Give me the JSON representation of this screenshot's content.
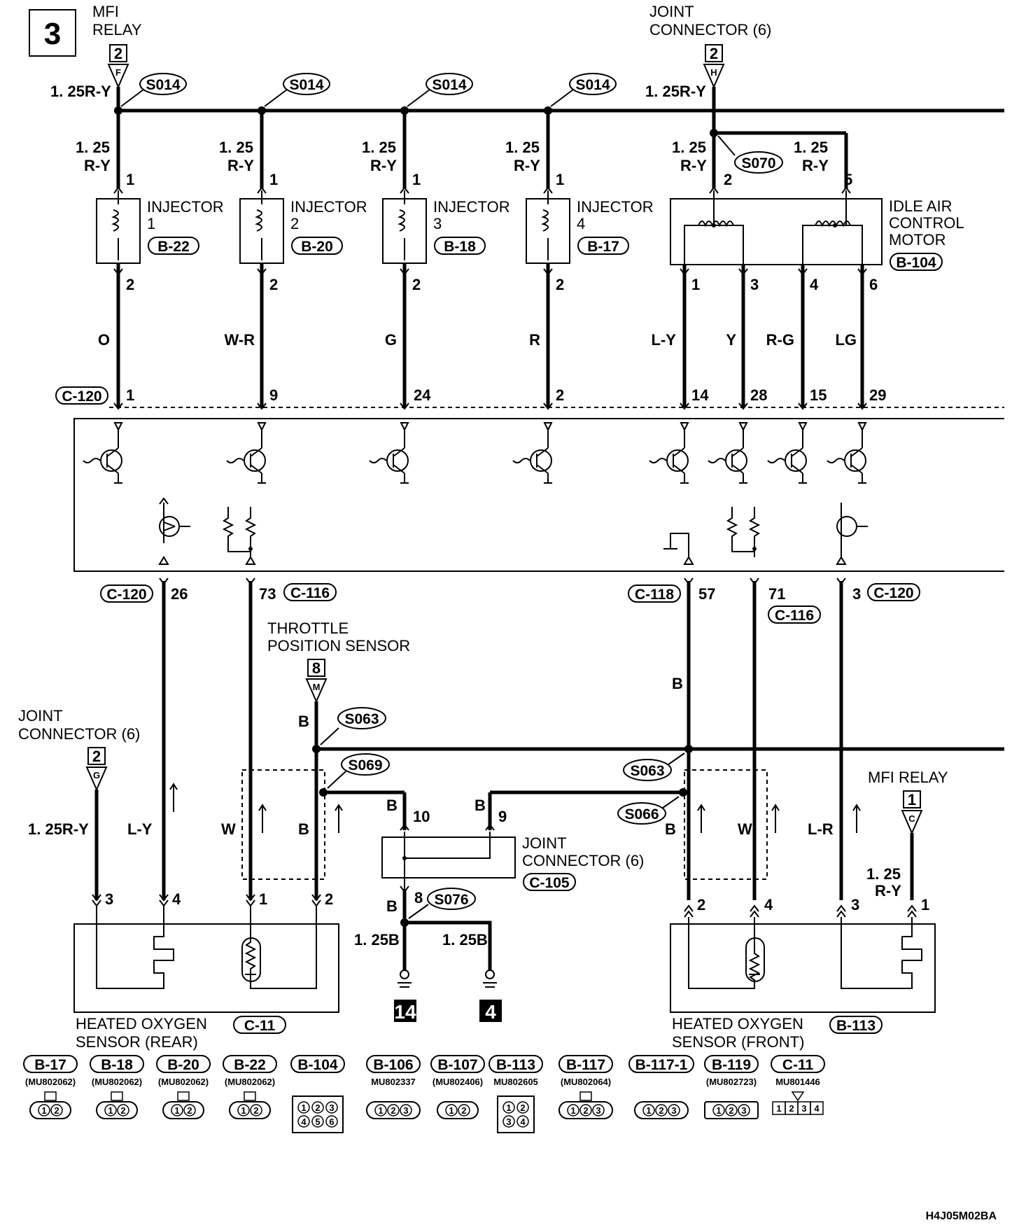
{
  "page": {
    "number": "3",
    "code": "H4J05M02BA"
  },
  "top": {
    "mfi_relay": {
      "title_line1": "MFI",
      "title_line2": "RELAY",
      "num": "2",
      "pin": "F",
      "wire": "1. 25R-Y"
    },
    "joint_connector": {
      "title_line1": "JOINT",
      "title_line2": "CONNECTOR (6)",
      "num": "2",
      "pin": "H",
      "wire": "1. 25R-Y"
    },
    "splices": [
      "S014",
      "S014",
      "S014",
      "S014"
    ],
    "splice_iac": "S070"
  },
  "injectors": [
    {
      "label": "INJECTOR",
      "num": "1",
      "conn": "B-22",
      "wire_top_1": "1. 25",
      "wire_top_2": "R-Y",
      "pin_top": "1",
      "pin_bot": "2",
      "color": "O",
      "ecu_pin": "1"
    },
    {
      "label": "INJECTOR",
      "num": "2",
      "conn": "B-20",
      "wire_top_1": "1. 25",
      "wire_top_2": "R-Y",
      "pin_top": "1",
      "pin_bot": "2",
      "color": "W-R",
      "ecu_pin": "9"
    },
    {
      "label": "INJECTOR",
      "num": "3",
      "conn": "B-18",
      "wire_top_1": "1. 25",
      "wire_top_2": "R-Y",
      "pin_top": "1",
      "pin_bot": "2",
      "color": "G",
      "ecu_pin": "24"
    },
    {
      "label": "INJECTOR",
      "num": "4",
      "conn": "B-17",
      "wire_top_1": "1. 25",
      "wire_top_2": "R-Y",
      "pin_top": "1",
      "pin_bot": "2",
      "color": "R",
      "ecu_pin": "2"
    }
  ],
  "iac": {
    "title_1": "IDLE AIR",
    "title_2": "CONTROL",
    "title_3": "MOTOR",
    "conn": "B-104",
    "wire_left_1": "1. 25",
    "wire_left_2": "R-Y",
    "pin_left": "2",
    "wire_right_1": "1. 25",
    "wire_right_2": "R-Y",
    "pin_right": "5",
    "pins": [
      {
        "pin": "1",
        "color": "L-Y",
        "ecu": "14"
      },
      {
        "pin": "3",
        "color": "Y",
        "ecu": "28"
      },
      {
        "pin": "4",
        "color": "R-G",
        "ecu": "15"
      },
      {
        "pin": "6",
        "color": "LG",
        "ecu": "29"
      }
    ]
  },
  "ecu": {
    "top_conn": "C-120",
    "bottom_left_conn": "C-120",
    "pin_26": "26",
    "pin_73": "73",
    "conn_c116": "C-116",
    "conn_c118": "C-118",
    "pin_57": "57",
    "pin_71": "71",
    "conn_c116b": "C-116",
    "pin_3": "3",
    "conn_c120b": "C-120"
  },
  "lower": {
    "tps": {
      "line1": "THROTTLE",
      "line2": "POSITION SENSOR",
      "num": "8",
      "pin": "M",
      "wire": "B"
    },
    "joint_left": {
      "line1": "JOINT",
      "line2": "CONNECTOR (6)",
      "num": "2",
      "pin": "G"
    },
    "mfi_relay_right": {
      "title": "MFI RELAY",
      "num": "1",
      "pin": "C"
    },
    "splice_s063_a": "S063",
    "splice_s069": "S069",
    "splice_s063_b": "S063",
    "splice_s066": "S066",
    "splice_s076": "S076",
    "joint_c105": {
      "line1": "JOINT",
      "line2": "CONNECTOR (6)",
      "conn": "C-105",
      "pin_10": "10",
      "pin_9": "9",
      "pin_8": "8"
    },
    "wire_b": "B",
    "wire_1_25b_a": "1. 25B",
    "wire_1_25b_b": "1. 25B",
    "ground_14": "14",
    "ground_4": "4",
    "rear": {
      "title_1": "HEATED OXYGEN",
      "title_2": "SENSOR (REAR)",
      "conn": "C-11",
      "wire_125ry": "1. 25R-Y",
      "wire_ly": "L-Y",
      "wire_w": "W",
      "wire_b": "B",
      "pins": [
        "3",
        "4",
        "1",
        "2"
      ]
    },
    "front": {
      "title_1": "HEATED OXYGEN",
      "title_2": "SENSOR (FRONT)",
      "conn": "B-113",
      "wire_b": "B",
      "wire_w": "W",
      "wire_lr": "L-R",
      "wire_125_1": "1. 25",
      "wire_125_2": "R-Y",
      "pins": [
        "2",
        "4",
        "3",
        "1"
      ]
    }
  },
  "legend": [
    {
      "conn": "B-17",
      "part": "(MU802062)",
      "pins": [
        "1",
        "2"
      ],
      "style": "round2"
    },
    {
      "conn": "B-18",
      "part": "(MU802062)",
      "pins": [
        "1",
        "2"
      ],
      "style": "round2"
    },
    {
      "conn": "B-20",
      "part": "(MU802062)",
      "pins": [
        "1",
        "2"
      ],
      "style": "round2"
    },
    {
      "conn": "B-22",
      "part": "(MU802062)",
      "pins": [
        "1",
        "2"
      ],
      "style": "round2"
    },
    {
      "conn": "B-104",
      "part": "",
      "pins": [
        "1",
        "2",
        "3",
        "4",
        "5",
        "6"
      ],
      "style": "grid6"
    },
    {
      "conn": "B-106",
      "part": "MU802337",
      "pins": [
        "1",
        "2",
        "3"
      ],
      "style": "round3"
    },
    {
      "conn": "B-107",
      "part": "(MU802406)",
      "pins": [
        "1",
        "2"
      ],
      "style": "small2"
    },
    {
      "conn": "B-113",
      "part": "MU802605",
      "pins": [
        "1",
        "2",
        "3",
        "4"
      ],
      "style": "grid4"
    },
    {
      "conn": "B-117",
      "part": "(MU802064)",
      "pins": [
        "1",
        "2",
        "3"
      ],
      "style": "round3m"
    },
    {
      "conn": "B-117-1",
      "part": "",
      "pins": [
        "1",
        "2",
        "3"
      ],
      "style": "pill3"
    },
    {
      "conn": "B-119",
      "part": "(MU802723)",
      "pins": [
        "1",
        "2",
        "3"
      ],
      "style": "rect3"
    },
    {
      "conn": "C-11",
      "part": "MU801446",
      "pins": [
        "1",
        "2",
        "3",
        "4"
      ],
      "style": "flat4"
    }
  ]
}
